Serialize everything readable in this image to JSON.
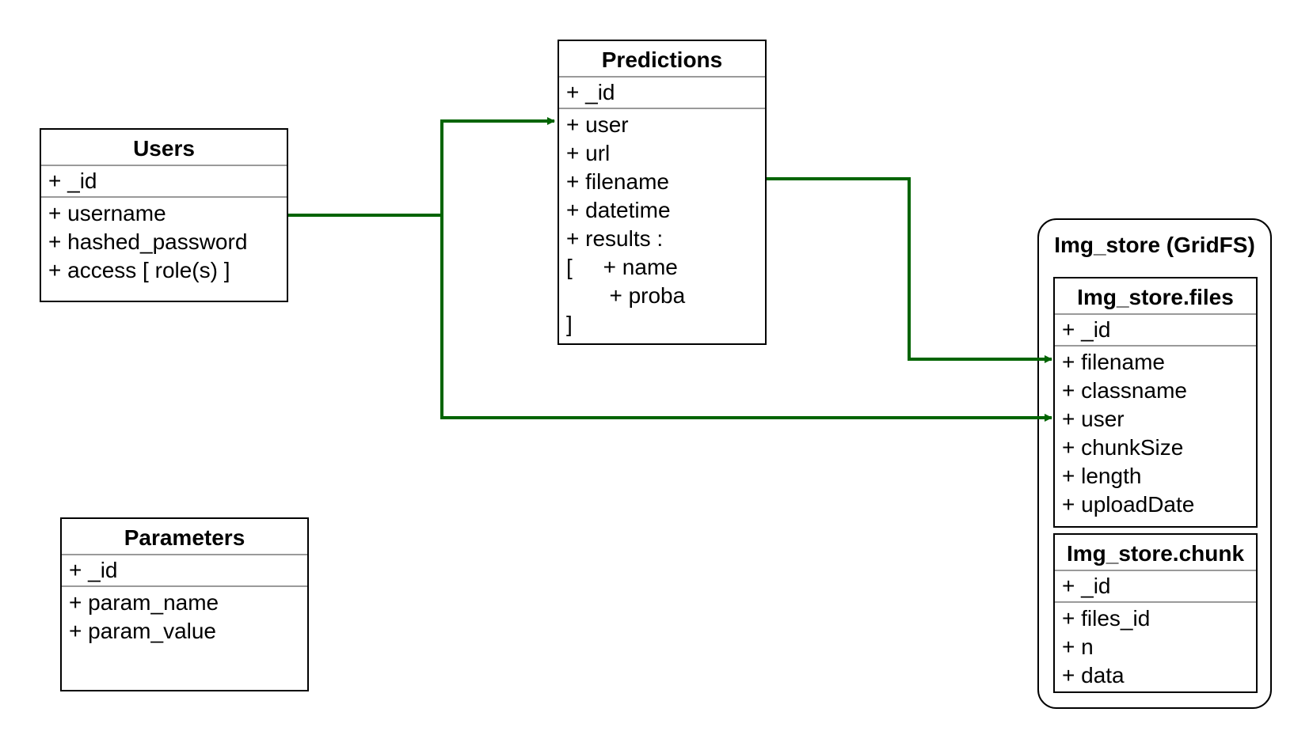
{
  "colors": {
    "connector": "#006400",
    "border": "#000000",
    "separator": "#9a9a9a"
  },
  "entities": {
    "users": {
      "title": "Users",
      "id_field": "+ _id",
      "fields": [
        "+ username",
        "+ hashed_password",
        "+ access [ role(s) ]"
      ]
    },
    "predictions": {
      "title": "Predictions",
      "id_field": "+ _id",
      "fields": [
        "+ user",
        "+ url",
        "+ filename",
        "+ datetime",
        "+ results :",
        "[     + name",
        "       + proba",
        "]"
      ]
    },
    "parameters": {
      "title": "Parameters",
      "id_field": "+ _id",
      "fields": [
        "+ param_name",
        "+ param_value"
      ]
    },
    "img_store": {
      "title": "Img_store (GridFS)",
      "files": {
        "title": "Img_store.files",
        "id_field": "+ _id",
        "fields": [
          "+ filename",
          "+ classname",
          "+ user",
          "+ chunkSize",
          "+ length",
          "+ uploadDate"
        ]
      },
      "chunk": {
        "title": "Img_store.chunk",
        "id_field": "+ _id",
        "fields": [
          "+ files_id",
          "+ n",
          "+ data"
        ]
      }
    }
  }
}
